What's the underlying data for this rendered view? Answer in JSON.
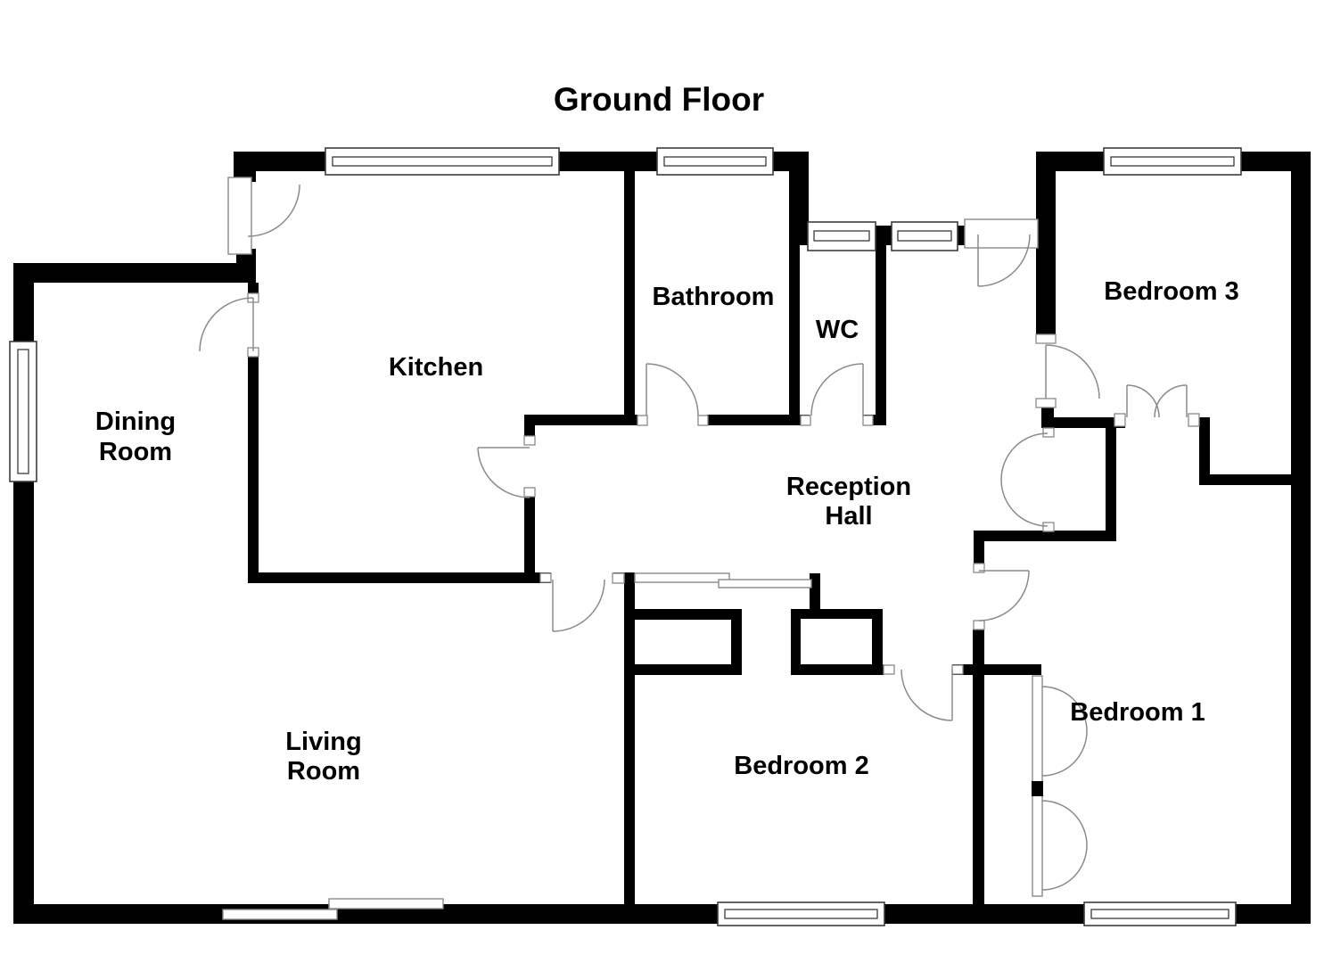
{
  "title": "Ground Floor",
  "rooms": {
    "dining": {
      "line1": "Dining",
      "line2": "Room"
    },
    "kitchen": {
      "label": "Kitchen"
    },
    "bathroom": {
      "label": "Bathroom"
    },
    "wc": {
      "label": "WC"
    },
    "bedroom3": {
      "label": "Bedroom 3"
    },
    "reception": {
      "line1": "Reception",
      "line2": "Hall"
    },
    "living": {
      "line1": "Living",
      "line2": "Room"
    },
    "bedroom2": {
      "label": "Bedroom 2"
    },
    "bedroom1": {
      "label": "Bedroom 1"
    }
  },
  "colors": {
    "wall": "#000000",
    "background": "#ffffff",
    "line": "#8a8a8a",
    "text": "#000000"
  }
}
